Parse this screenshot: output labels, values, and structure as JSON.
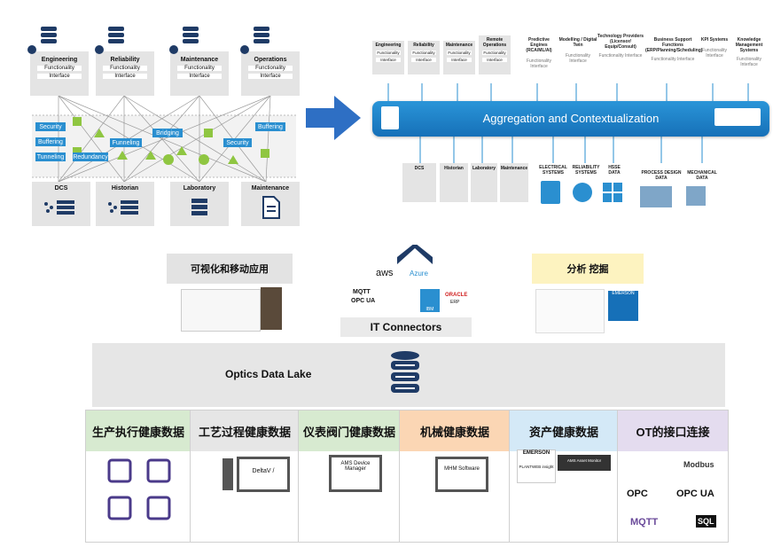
{
  "left_diagram": {
    "systems": [
      {
        "name": "Engineering",
        "rows": [
          "Functionality",
          "Interface"
        ]
      },
      {
        "name": "Reliability",
        "rows": [
          "Functionality",
          "Interface"
        ]
      },
      {
        "name": "Maintenance",
        "rows": [
          "Functionality",
          "Interface"
        ]
      },
      {
        "name": "Operations",
        "rows": [
          "Functionality",
          "Interface"
        ]
      }
    ],
    "middleware": [
      "Security",
      "Buffering",
      "Tunneling",
      "Redundancy",
      "Funneling",
      "Bridging",
      "Security",
      "Buffering"
    ],
    "sources": [
      "DCS",
      "Historian",
      "Laboratory",
      "Maintenance"
    ]
  },
  "right_diagram": {
    "systems": [
      {
        "name": "Engineering",
        "rows": [
          "Functionality",
          "Interface"
        ]
      },
      {
        "name": "Reliability",
        "rows": [
          "Functionality",
          "Interface"
        ]
      },
      {
        "name": "Maintenance",
        "rows": [
          "Functionality",
          "Interface"
        ]
      },
      {
        "name": "Remote Operations",
        "rows": [
          "Functionality",
          "Interface"
        ]
      }
    ],
    "extra_systems": [
      {
        "name": "Predictive Engines (RCA/ML/AI)",
        "sub": "Functionality Interface"
      },
      {
        "name": "Modelling / Digital Twin",
        "sub": "Functionality Interface"
      },
      {
        "name": "Technology Providers (Licensor/ Equip/Consult)",
        "sub": "Functionality Interface"
      },
      {
        "name": "Business Support Functions (ERP/Planning/Scheduling)",
        "sub": "Functionality Interface"
      },
      {
        "name": "KPI Systems",
        "sub": "Functionality Interface"
      },
      {
        "name": "Knowledge Management Systems",
        "sub": "Functionality Interface"
      }
    ],
    "bar_label": "Aggregation and Contextualization",
    "sources": [
      "DCS",
      "Historian",
      "Laboratory",
      "Maintenance",
      "ELECTRICAL SYSTEMS",
      "RELIABILITY SYSTEMS",
      "HSSE DATA",
      "PROCESS DESIGN DATA",
      "MECHANICAL DATA"
    ]
  },
  "top_layer": {
    "visual_title": "可视化和移动应用",
    "connectors_title": "IT Connectors",
    "connector_logos": [
      "aws",
      "Azure",
      "MQTT",
      "OPC UA",
      "IBM",
      "ORACLE",
      "ERP"
    ],
    "analytics_title": "分析 挖掘",
    "analytics_logo": "EMERSON"
  },
  "lake": {
    "label": "Optics  Data Lake"
  },
  "categories": [
    {
      "title": "生产执行健康数据",
      "color": "#d7ead0",
      "border": "#6fae5a"
    },
    {
      "title": "工艺过程健康数据",
      "color": "#e6e6e6",
      "border": "#999999"
    },
    {
      "title": "仪表阀门健康数据",
      "color": "#d7ead0",
      "border": "#6fae5a"
    },
    {
      "title": "机械健康数据",
      "color": "#fbd6b4",
      "border": "#e59a4e"
    },
    {
      "title": "资产健康数据",
      "color": "#d4e9f7",
      "border": "#5aa6d6"
    },
    {
      "title": "OT的接口连接",
      "color": "#e4dcef",
      "border": "#9a84c4"
    }
  ],
  "category_items": {
    "deltav": "DeltaV /",
    "ams": "AMS Device Manager",
    "mhm": "MHM Software",
    "emerson": "EMERSON",
    "plantweb": "PLANTWEB insight",
    "ams_monitor": "AMS Asset Monitor",
    "ot": [
      "Modbus",
      "OPC",
      "OPC UA",
      "MQTT",
      "SQL"
    ]
  },
  "colors": {
    "accent": "#2a8fd0",
    "bar": "#1e7fc7",
    "lake_icon": "#1f3b66",
    "arrow": "#2e6fc4"
  }
}
